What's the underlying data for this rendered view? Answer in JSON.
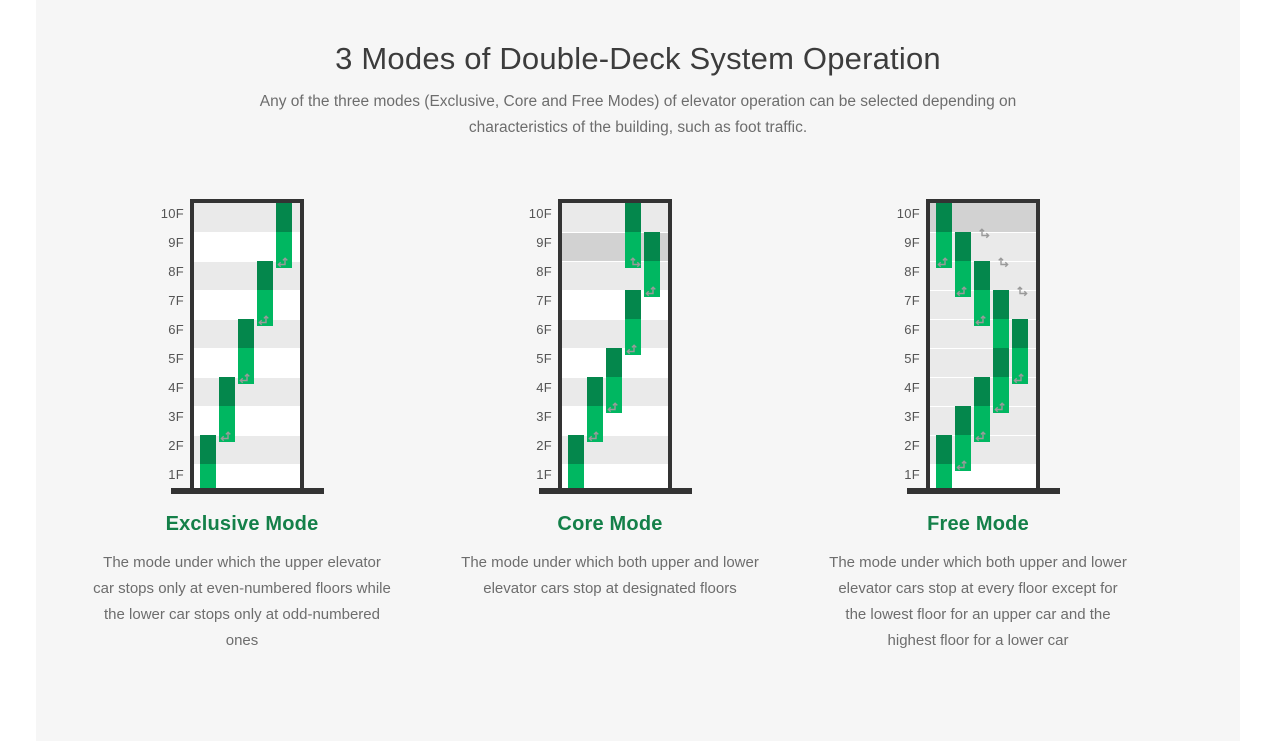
{
  "header": {
    "title": "3 Modes of Double-Deck System Operation",
    "subtitle": "Any of the three modes (Exclusive, Core and Free Modes) of elevator operation can be selected depending on characteristics of the building, such as foot traffic."
  },
  "colors": {
    "upper_car": "#04874c",
    "lower_car": "#00b761",
    "title_green": "#148049",
    "building_frame": "#333333",
    "floor_shade": "#eaeaea",
    "floor_shade_highlight": "#d2d2d2",
    "page_background": "#f6f6f6",
    "body_text": "#6d6d6d",
    "arrow": "#9a9a9a"
  },
  "floor_labels": [
    "10F",
    "9F",
    "8F",
    "7F",
    "6F",
    "5F",
    "4F",
    "3F",
    "2F",
    "1F"
  ],
  "legend": {
    "upper_car_name": "upper elevator car",
    "lower_car_name": "lower elevator car",
    "arrow_name": "transfer-arrow-icon"
  },
  "modes": [
    {
      "id": "exclusive",
      "title": "Exclusive Mode",
      "description": "The mode under which the upper elevator car stops only at even-numbered floors while the lower car stops only at odd-numbered ones",
      "floor_shading": [
        "dark-alt",
        "none",
        "light",
        "none",
        "light",
        "none",
        "light",
        "none",
        "light",
        "none"
      ],
      "highlight_floor": "10F",
      "cars": [
        {
          "deck": "upper",
          "floor": "10F",
          "column": 5
        },
        {
          "deck": "lower",
          "floor": "9F",
          "column": 5
        },
        {
          "deck": "upper",
          "floor": "8F",
          "column": 4
        },
        {
          "deck": "lower",
          "floor": "7F",
          "column": 4
        },
        {
          "deck": "upper",
          "floor": "6F",
          "column": 3
        },
        {
          "deck": "lower",
          "floor": "5F",
          "column": 3
        },
        {
          "deck": "upper",
          "floor": "4F",
          "column": 2
        },
        {
          "deck": "lower",
          "floor": "3F",
          "column": 2
        },
        {
          "deck": "upper",
          "floor": "2F",
          "column": 1
        },
        {
          "deck": "lower",
          "floor": "1F",
          "column": 1
        }
      ],
      "arrows": [
        {
          "floor": "8F",
          "column": 5,
          "dir": "right-up"
        },
        {
          "floor": "6F",
          "column": 4,
          "dir": "right-up"
        },
        {
          "floor": "4F",
          "column": 3,
          "dir": "right-up"
        },
        {
          "floor": "2F",
          "column": 2,
          "dir": "right-up"
        }
      ]
    },
    {
      "id": "core",
      "title": "Core Mode",
      "description": "The mode under which both upper and lower elevator cars stop at designated floors",
      "floor_shading": [
        "light",
        "dark",
        "light",
        "none",
        "light",
        "none",
        "light",
        "none",
        "light",
        "none"
      ],
      "highlight_floor": "9F",
      "cars": [
        {
          "deck": "upper",
          "floor": "10F",
          "column": 4
        },
        {
          "deck": "lower",
          "floor": "9F",
          "column": 4
        },
        {
          "deck": "upper",
          "floor": "9F",
          "column": 5
        },
        {
          "deck": "lower",
          "floor": "8F",
          "column": 5
        },
        {
          "deck": "upper",
          "floor": "7F",
          "column": 4
        },
        {
          "deck": "lower",
          "floor": "6F",
          "column": 4
        },
        {
          "deck": "upper",
          "floor": "5F",
          "column": 3
        },
        {
          "deck": "upper",
          "floor": "4F",
          "column": 2
        },
        {
          "deck": "lower",
          "floor": "4F",
          "column": 3
        },
        {
          "deck": "lower",
          "floor": "3F",
          "column": 2
        },
        {
          "deck": "upper",
          "floor": "2F",
          "column": 1
        },
        {
          "deck": "lower",
          "floor": "1F",
          "column": 1
        }
      ],
      "arrows": [
        {
          "floor": "8F",
          "column": 4,
          "dir": "left-down"
        },
        {
          "floor": "7F",
          "column": 5,
          "dir": "right-up"
        },
        {
          "floor": "5F",
          "column": 4,
          "dir": "right-up"
        },
        {
          "floor": "3F",
          "column": 3,
          "dir": "right-up"
        },
        {
          "floor": "2F",
          "column": 2,
          "dir": "right-up"
        }
      ]
    },
    {
      "id": "free",
      "title": "Free Mode",
      "description": "The mode under which both upper and lower elevator cars stop at every floor except for the lowest floor for an upper car and the highest floor for a lower car",
      "floor_shading": [
        "dark",
        "light",
        "light",
        "light",
        "light",
        "light",
        "light",
        "light",
        "light",
        "none"
      ],
      "highlight_floor": "10F",
      "cars": [
        {
          "deck": "upper",
          "floor": "10F",
          "column": 1
        },
        {
          "deck": "lower",
          "floor": "9F",
          "column": 1
        },
        {
          "deck": "upper",
          "floor": "9F",
          "column": 2
        },
        {
          "deck": "lower",
          "floor": "8F",
          "column": 2
        },
        {
          "deck": "upper",
          "floor": "8F",
          "column": 3
        },
        {
          "deck": "lower",
          "floor": "7F",
          "column": 3
        },
        {
          "deck": "upper",
          "floor": "7F",
          "column": 4
        },
        {
          "deck": "lower",
          "floor": "6F",
          "column": 4
        },
        {
          "deck": "upper",
          "floor": "6F",
          "column": 5
        },
        {
          "deck": "upper",
          "floor": "5F",
          "column": 4
        },
        {
          "deck": "lower",
          "floor": "5F",
          "column": 5
        },
        {
          "deck": "upper",
          "floor": "4F",
          "column": 3
        },
        {
          "deck": "lower",
          "floor": "4F",
          "column": 4
        },
        {
          "deck": "upper",
          "floor": "3F",
          "column": 2
        },
        {
          "deck": "lower",
          "floor": "3F",
          "column": 3
        },
        {
          "deck": "upper",
          "floor": "2F",
          "column": 1
        },
        {
          "deck": "lower",
          "floor": "2F",
          "column": 2
        },
        {
          "deck": "lower",
          "floor": "1F",
          "column": 1
        }
      ],
      "arrows": [
        {
          "floor": "9F",
          "column": 3,
          "dir": "left-down"
        },
        {
          "floor": "8F",
          "column": 1,
          "dir": "right-up"
        },
        {
          "floor": "8F",
          "column": 4,
          "dir": "left-down"
        },
        {
          "floor": "7F",
          "column": 2,
          "dir": "right-up"
        },
        {
          "floor": "7F",
          "column": 5,
          "dir": "left-down"
        },
        {
          "floor": "6F",
          "column": 3,
          "dir": "right-up"
        },
        {
          "floor": "4F",
          "column": 5,
          "dir": "right-up"
        },
        {
          "floor": "3F",
          "column": 4,
          "dir": "right-up"
        },
        {
          "floor": "2F",
          "column": 3,
          "dir": "right-up"
        },
        {
          "floor": "1F",
          "column": 2,
          "dir": "right-up"
        }
      ]
    }
  ]
}
